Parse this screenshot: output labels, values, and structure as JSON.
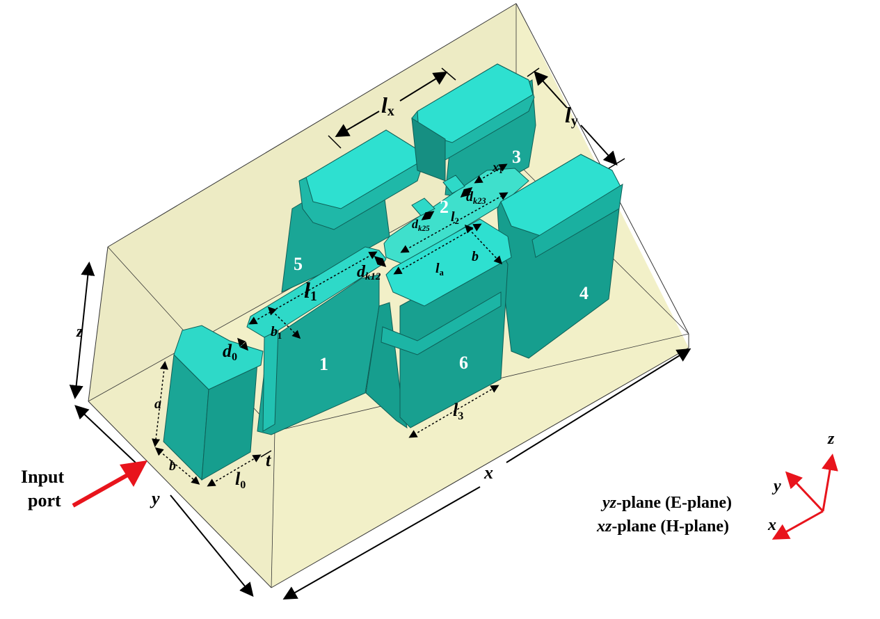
{
  "figure": {
    "resonators": [
      {
        "id": "1",
        "label": "1"
      },
      {
        "id": "2",
        "label": "2"
      },
      {
        "id": "3",
        "label": "3"
      },
      {
        "id": "4",
        "label": "4"
      },
      {
        "id": "5",
        "label": "5"
      },
      {
        "id": "6",
        "label": "6"
      }
    ],
    "dimensions": {
      "lx": {
        "base": "l",
        "sub": "x"
      },
      "ly": {
        "base": "l",
        "sub": "y"
      },
      "x1": {
        "base": "x",
        "sub": "1"
      },
      "dk23": {
        "base": "d",
        "sub": "k23"
      },
      "dk25": {
        "base": "d",
        "sub": "k25"
      },
      "dk12": {
        "base": "d",
        "sub": "k12"
      },
      "l2": {
        "base": "l",
        "sub": "2"
      },
      "la": {
        "base": "l",
        "sub": "a"
      },
      "b_top": "b",
      "l1": {
        "base": "l",
        "sub": "1"
      },
      "b1": {
        "base": "b",
        "sub": "1"
      },
      "d0": {
        "base": "d",
        "sub": "0"
      },
      "a": "a",
      "b_port": "b",
      "l0": {
        "base": "l",
        "sub": "0"
      },
      "t": "t",
      "l3": {
        "base": "l",
        "sub": "3"
      },
      "x": "x",
      "y": "y",
      "z": "z"
    },
    "input_port": {
      "line1": "Input",
      "line2": "port"
    },
    "legend": {
      "yz_prefix": "yz",
      "yz_text": "-plane (E-plane)",
      "xz_prefix": "xz",
      "xz_text": "-plane (H-plane)"
    },
    "axes": {
      "x": "x",
      "y": "y",
      "z": "z"
    },
    "colors": {
      "enclosure": "#f2f0c8",
      "enclosure_side": "#e8e6bf",
      "resonator_top": "#2ed9c8",
      "resonator_side": "#1aa696",
      "resonator_side_dark": "#148f82",
      "arrow_red": "#e8141c"
    }
  }
}
